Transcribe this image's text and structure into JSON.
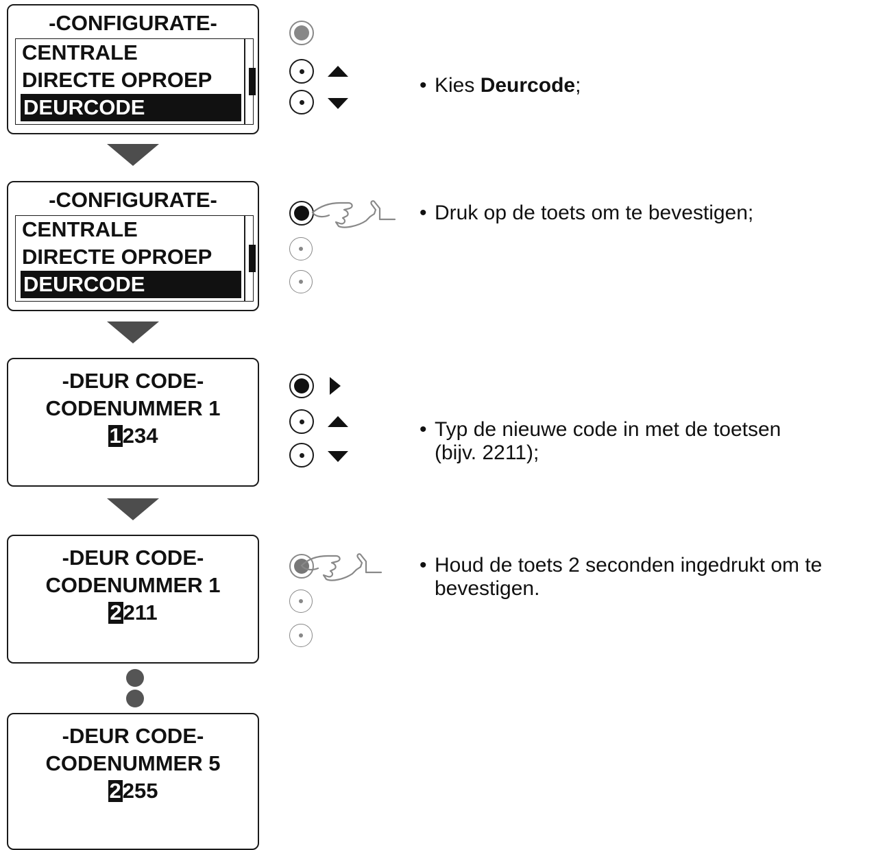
{
  "screens": [
    {
      "title": "-CONFIGURATE-",
      "items": [
        "CENTRALE",
        "DIRECTE OPROEP",
        "DEURCODE"
      ]
    },
    {
      "title": "-CONFIGURATE-",
      "items": [
        "CENTRALE",
        "DIRECTE OPROEP",
        "DEURCODE"
      ]
    },
    {
      "title": "-DEUR CODE-",
      "line2": "CODENUMMER 1",
      "code_first": "1",
      "code_rest": "234"
    },
    {
      "title": "-DEUR CODE-",
      "line2": "CODENUMMER 1",
      "code_first": "2",
      "code_rest": "211"
    },
    {
      "title": "-DEUR CODE-",
      "line2": "CODENUMMER 5",
      "code_first": "2",
      "code_rest": "255"
    }
  ],
  "instructions": {
    "step1_prefix": "Kies ",
    "step1_bold": "Deurcode",
    "step1_suffix": ";",
    "step2": "Druk op de toets om te bevestigen;",
    "step3_line1": "Typ de nieuwe code in met de toetsen",
    "step3_line2": "(bijv. 2211);",
    "step4_line1": "Houd de toets 2 seconden ingedrukt om te",
    "step4_line2": "bevestigen."
  },
  "colors": {
    "ink": "#111111",
    "arrow": "#4d4d4d",
    "gray": "#888888"
  },
  "icons": [
    "select-button-icon",
    "up-arrow-icon",
    "down-arrow-icon",
    "right-arrow-icon",
    "pressing-hand-icon"
  ]
}
